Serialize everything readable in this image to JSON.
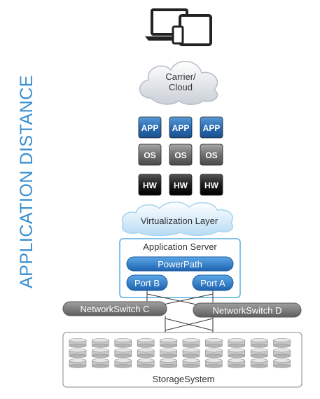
{
  "side_label": "APPLICATION DISTANCE",
  "devices_icon": "devices-icon",
  "cloud": {
    "label_line1": "Carrier/",
    "label_line2": "Cloud"
  },
  "stack": {
    "columns": 3,
    "app_label": "APP",
    "os_label": "OS",
    "hw_label": "HW"
  },
  "virtualization_label": "Virtualization Layer",
  "app_server": {
    "title": "Application Server",
    "powerpath_label": "PowerPath",
    "port_b_label": "Port B",
    "port_a_label": "Port A"
  },
  "switches": {
    "c_label": "NetworkSwitch C",
    "d_label": "NetworkSwitch D"
  },
  "storage": {
    "label": "StorageSystem",
    "disk_rows": 3,
    "disk_columns": 10
  },
  "colors": {
    "accent_blue": "#3a8fd0",
    "app_blue": "#2563a8",
    "os_gray": "#6f6f6f",
    "hw_black": "#1c1c1c",
    "switch_gray": "#7a7a7a"
  }
}
